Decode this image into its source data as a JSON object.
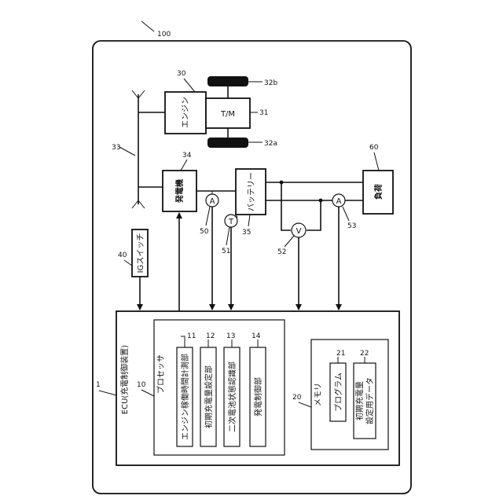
{
  "ref": {
    "system": "100",
    "ecu": "1",
    "processor": "10",
    "engine_time": "11",
    "initial_setting": "12",
    "battery_state": "13",
    "gen_control": "14",
    "memory": "20",
    "program": "21",
    "initial_data": "22",
    "engine": "30",
    "tm": "31",
    "wheel_a": "32a",
    "wheel_b": "32b",
    "shaft": "33",
    "generator": "34",
    "battery": "35",
    "ig_switch": "40",
    "ammeter_gen": "50",
    "thermo": "51",
    "voltmeter": "52",
    "ammeter_load": "53",
    "load": "60"
  },
  "labels": {
    "engine": "エンジン",
    "tm": "T/M",
    "generator": "発電機",
    "battery": "バッテリー",
    "load": "負荷",
    "ig_switch": "IGスイッチ",
    "ecu": "ECU(充電制御装置)",
    "processor": "プロセッサ",
    "engine_time": "エンジン稼働時間計測部",
    "initial_setting": "初期充電量設定部",
    "battery_state": "二次電池状態認識部",
    "gen_control": "発電制御部",
    "memory": "メモリ",
    "program": "プログラム",
    "initial_data_1": "初期充電量",
    "initial_data_2": "設定用データ",
    "meter_a": "A",
    "meter_t": "T",
    "meter_v": "V"
  }
}
